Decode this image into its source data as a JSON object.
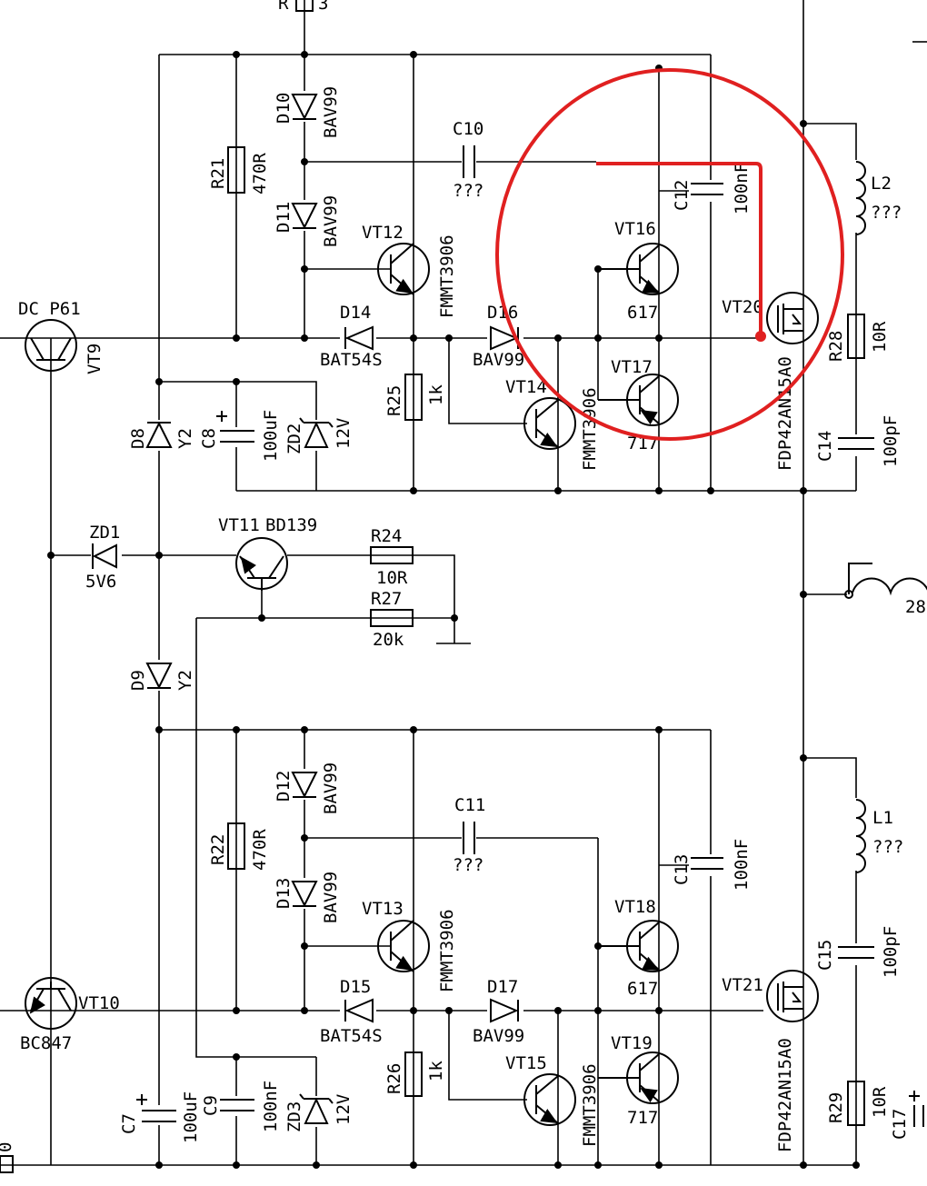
{
  "components": {
    "R_top": {
      "ref": "R",
      "value": "3"
    },
    "VT9": {
      "ref": "VT9",
      "part": "DC P61"
    },
    "VT10": {
      "ref": "VT10",
      "part": "BC847"
    },
    "VT11": {
      "ref": "VT11",
      "part": "BD139"
    },
    "VT12": {
      "ref": "VT12",
      "part": "FMMT3906"
    },
    "VT13": {
      "ref": "VT13",
      "part": "FMMT3906"
    },
    "VT14": {
      "ref": "VT14",
      "part": "FMMT3906"
    },
    "VT15": {
      "ref": "VT15",
      "part": "FMMT3906"
    },
    "VT16": {
      "ref": "VT16",
      "part": "617"
    },
    "VT17": {
      "ref": "VT17",
      "part": "717"
    },
    "VT18": {
      "ref": "VT18",
      "part": "617"
    },
    "VT19": {
      "ref": "VT19",
      "part": "717"
    },
    "VT20": {
      "ref": "VT20",
      "part": "FDP42AN15A0"
    },
    "VT21": {
      "ref": "VT21",
      "part": "FDP42AN15A0"
    },
    "D8": {
      "ref": "D8",
      "part": "Y2"
    },
    "D9": {
      "ref": "D9",
      "part": "Y2"
    },
    "D10": {
      "ref": "D10",
      "part": "BAV99"
    },
    "D11": {
      "ref": "D11",
      "part": "BAV99"
    },
    "D12": {
      "ref": "D12",
      "part": "BAV99"
    },
    "D13": {
      "ref": "D13",
      "part": "BAV99"
    },
    "D14": {
      "ref": "D14",
      "part": "BAT54S"
    },
    "D15": {
      "ref": "D15",
      "part": "BAT54S"
    },
    "D16": {
      "ref": "D16",
      "part": "BAV99"
    },
    "D17": {
      "ref": "D17",
      "part": "BAV99"
    },
    "ZD1": {
      "ref": "ZD1",
      "value": "5V6"
    },
    "ZD2": {
      "ref": "ZD2",
      "value": "12V"
    },
    "ZD3": {
      "ref": "ZD3",
      "value": "12V"
    },
    "R21": {
      "ref": "R21",
      "value": "470R"
    },
    "R22": {
      "ref": "R22",
      "value": "470R"
    },
    "R24": {
      "ref": "R24",
      "value": "10R"
    },
    "R25": {
      "ref": "R25",
      "value": "1k"
    },
    "R26": {
      "ref": "R26",
      "value": "1k"
    },
    "R27": {
      "ref": "R27",
      "value": "20k"
    },
    "R28": {
      "ref": "R28",
      "value": "10R"
    },
    "R29": {
      "ref": "R29",
      "value": "10R"
    },
    "C7": {
      "ref": "C7",
      "value": "100uF"
    },
    "C8": {
      "ref": "C8",
      "value": "100uF"
    },
    "C9": {
      "ref": "C9",
      "value": "100nF"
    },
    "C10": {
      "ref": "C10",
      "value": "???"
    },
    "C11": {
      "ref": "C11",
      "value": "???"
    },
    "C12": {
      "ref": "C12",
      "value": "100nF"
    },
    "C13": {
      "ref": "C13",
      "value": "100nF"
    },
    "C14": {
      "ref": "C14",
      "value": "100pF"
    },
    "C15": {
      "ref": "C15",
      "value": "100pF"
    },
    "C17": {
      "ref": "C17"
    },
    "L1": {
      "ref": "L1",
      "value": "???"
    },
    "L2": {
      "ref": "L2",
      "value": "???"
    }
  },
  "edge_labels": {
    "right_28": "28",
    "left_bottom": "0"
  },
  "annotation": {
    "circle_color": "#e02020",
    "stroke_color": "#e02020"
  }
}
